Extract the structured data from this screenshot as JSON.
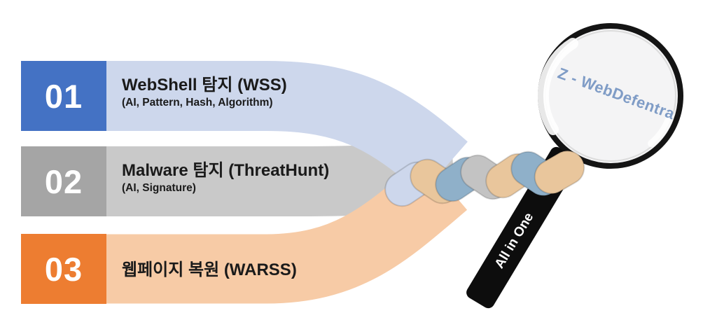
{
  "page": {
    "background": "#ffffff"
  },
  "rows": [
    {
      "number": "01",
      "title": "WebShell 탐지 (WSS)",
      "subtitle": "(AI, Pattern, Hash, Algorithm)",
      "box_color": "#4472c4",
      "ribbon_color": "#cdd7ec"
    },
    {
      "number": "02",
      "title": "Malware 탐지 (ThreatHunt)",
      "subtitle": "(AI, Signature)",
      "box_color": "#a5a5a5",
      "ribbon_color": "#c9c9c9"
    },
    {
      "number": "03",
      "title": "웹페이지 복원 (WARSS)",
      "subtitle": "",
      "box_color": "#ed7d31",
      "ribbon_color": "#f7cba6"
    }
  ],
  "braid": {
    "colors": [
      "#cdd7ec",
      "#c3c3c3",
      "#e9c69c",
      "#8fb0c9"
    ]
  },
  "magnifier": {
    "lens_label": "Z - WebDefentra",
    "lens_label_color": "#7f9cc6",
    "lens_fill": "#f4f4f5",
    "rim_color": "#141414",
    "handle_color": "#0d0d0d",
    "handle_label": "All in One",
    "handle_label_color": "#ffffff"
  }
}
